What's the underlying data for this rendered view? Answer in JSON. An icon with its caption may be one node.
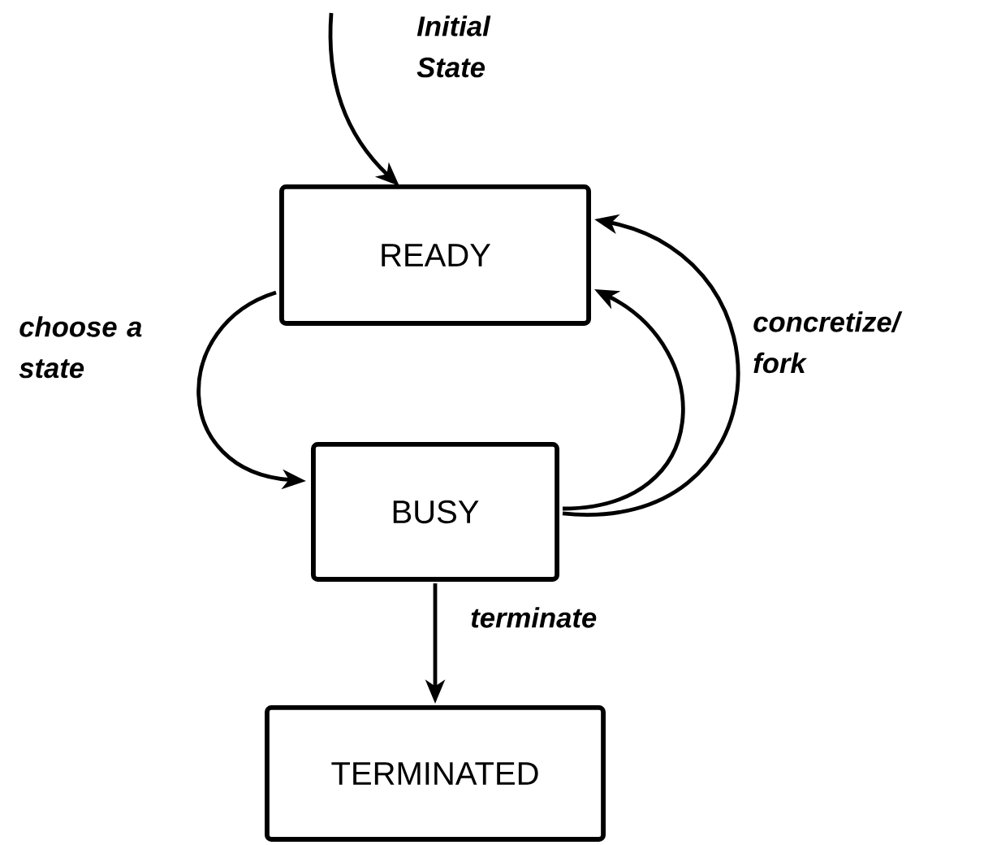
{
  "diagram": {
    "nodes": [
      {
        "text": [
          "READY"
        ]
      },
      {
        "text": [
          "BUSY"
        ]
      },
      {
        "text": [
          "TERMINATED"
        ]
      }
    ],
    "edges": [
      {
        "from": null,
        "to": 0,
        "arrow": "to",
        "label": "Initial State"
      },
      {
        "from": 0,
        "to": 1,
        "arrow": "to",
        "label": "choose a state"
      },
      {
        "from": 1,
        "to": 0,
        "arrow": "to"
      },
      {
        "from": 1,
        "to": 0,
        "arrow": "to",
        "label": "concretize/ fork"
      },
      {
        "from": 1,
        "to": 2,
        "arrow": "to",
        "label": "terminate"
      }
    ]
  }
}
